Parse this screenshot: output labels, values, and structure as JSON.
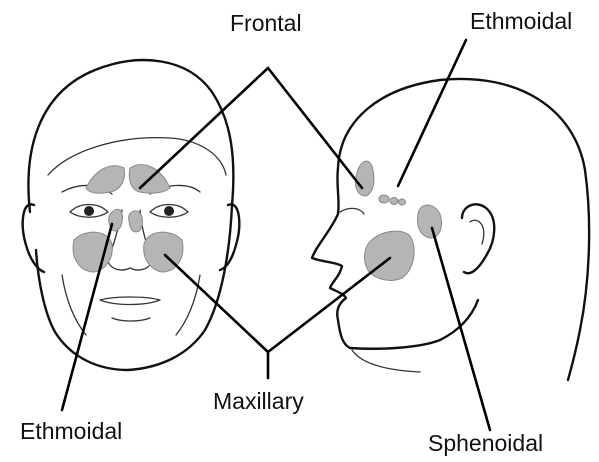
{
  "labels": {
    "frontal": "Frontal",
    "ethmoidal_top": "Ethmoidal",
    "maxillary": "Maxillary",
    "ethmoidal_bottom": "Ethmoidal",
    "sphenoidal": "Sphenoidal"
  },
  "colors": {
    "sinus_fill": "#b5b5b5",
    "line": "#111111",
    "background": "#ffffff"
  }
}
